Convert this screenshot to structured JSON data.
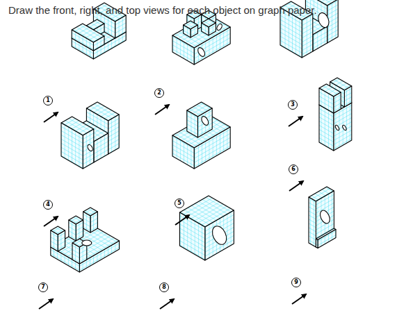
{
  "diagram": {
    "title": "Draw the front, right, and top views for each object on graph paper.",
    "nodes": [
      {
        "text": [
          "1"
        ]
      },
      {
        "text": [
          "2"
        ]
      },
      {
        "text": [
          "3"
        ]
      },
      {
        "text": [
          "4"
        ]
      },
      {
        "text": [
          "5"
        ]
      },
      {
        "text": [
          "6"
        ]
      },
      {
        "text": [
          "7"
        ]
      },
      {
        "text": [
          "8"
        ]
      },
      {
        "text": [
          "9"
        ]
      }
    ]
  }
}
